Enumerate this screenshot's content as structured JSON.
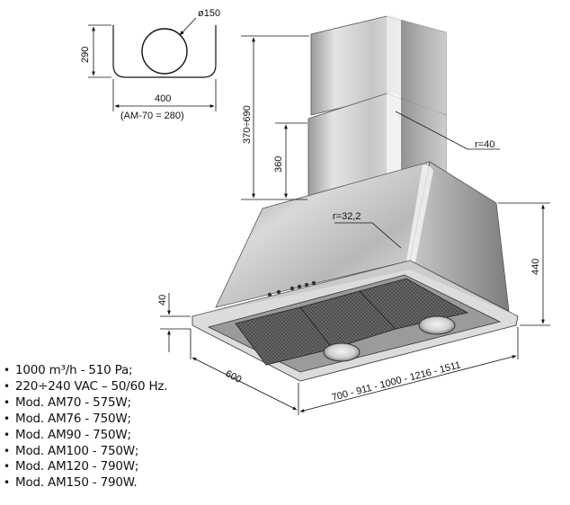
{
  "duct_top_view": {
    "diameter_label": "ø150",
    "depth_label": "290",
    "width_label": "400",
    "width_note": "(AM-70 = 280)"
  },
  "hood_dimensions": {
    "chimney_height": "370÷690",
    "chimney_lower": "360",
    "radius_top": "r=40",
    "radius_edge": "r=32,2",
    "canopy_height": "440",
    "rim_height": "40",
    "depth": "600",
    "widths": "700 - 911 - 1000 - 1216 - 1511"
  },
  "specs": [
    "1000 m³/h - 510 Pa;",
    "220÷240 VAC – 50/60 Hz.",
    "Mod. AM70 - 575W;",
    "Mod. AM76 - 750W;",
    "Mod. AM90 - 750W;",
    "Mod. AM100 - 750W;",
    "Mod. AM120 - 790W;",
    "Mod. AM150 - 790W."
  ]
}
